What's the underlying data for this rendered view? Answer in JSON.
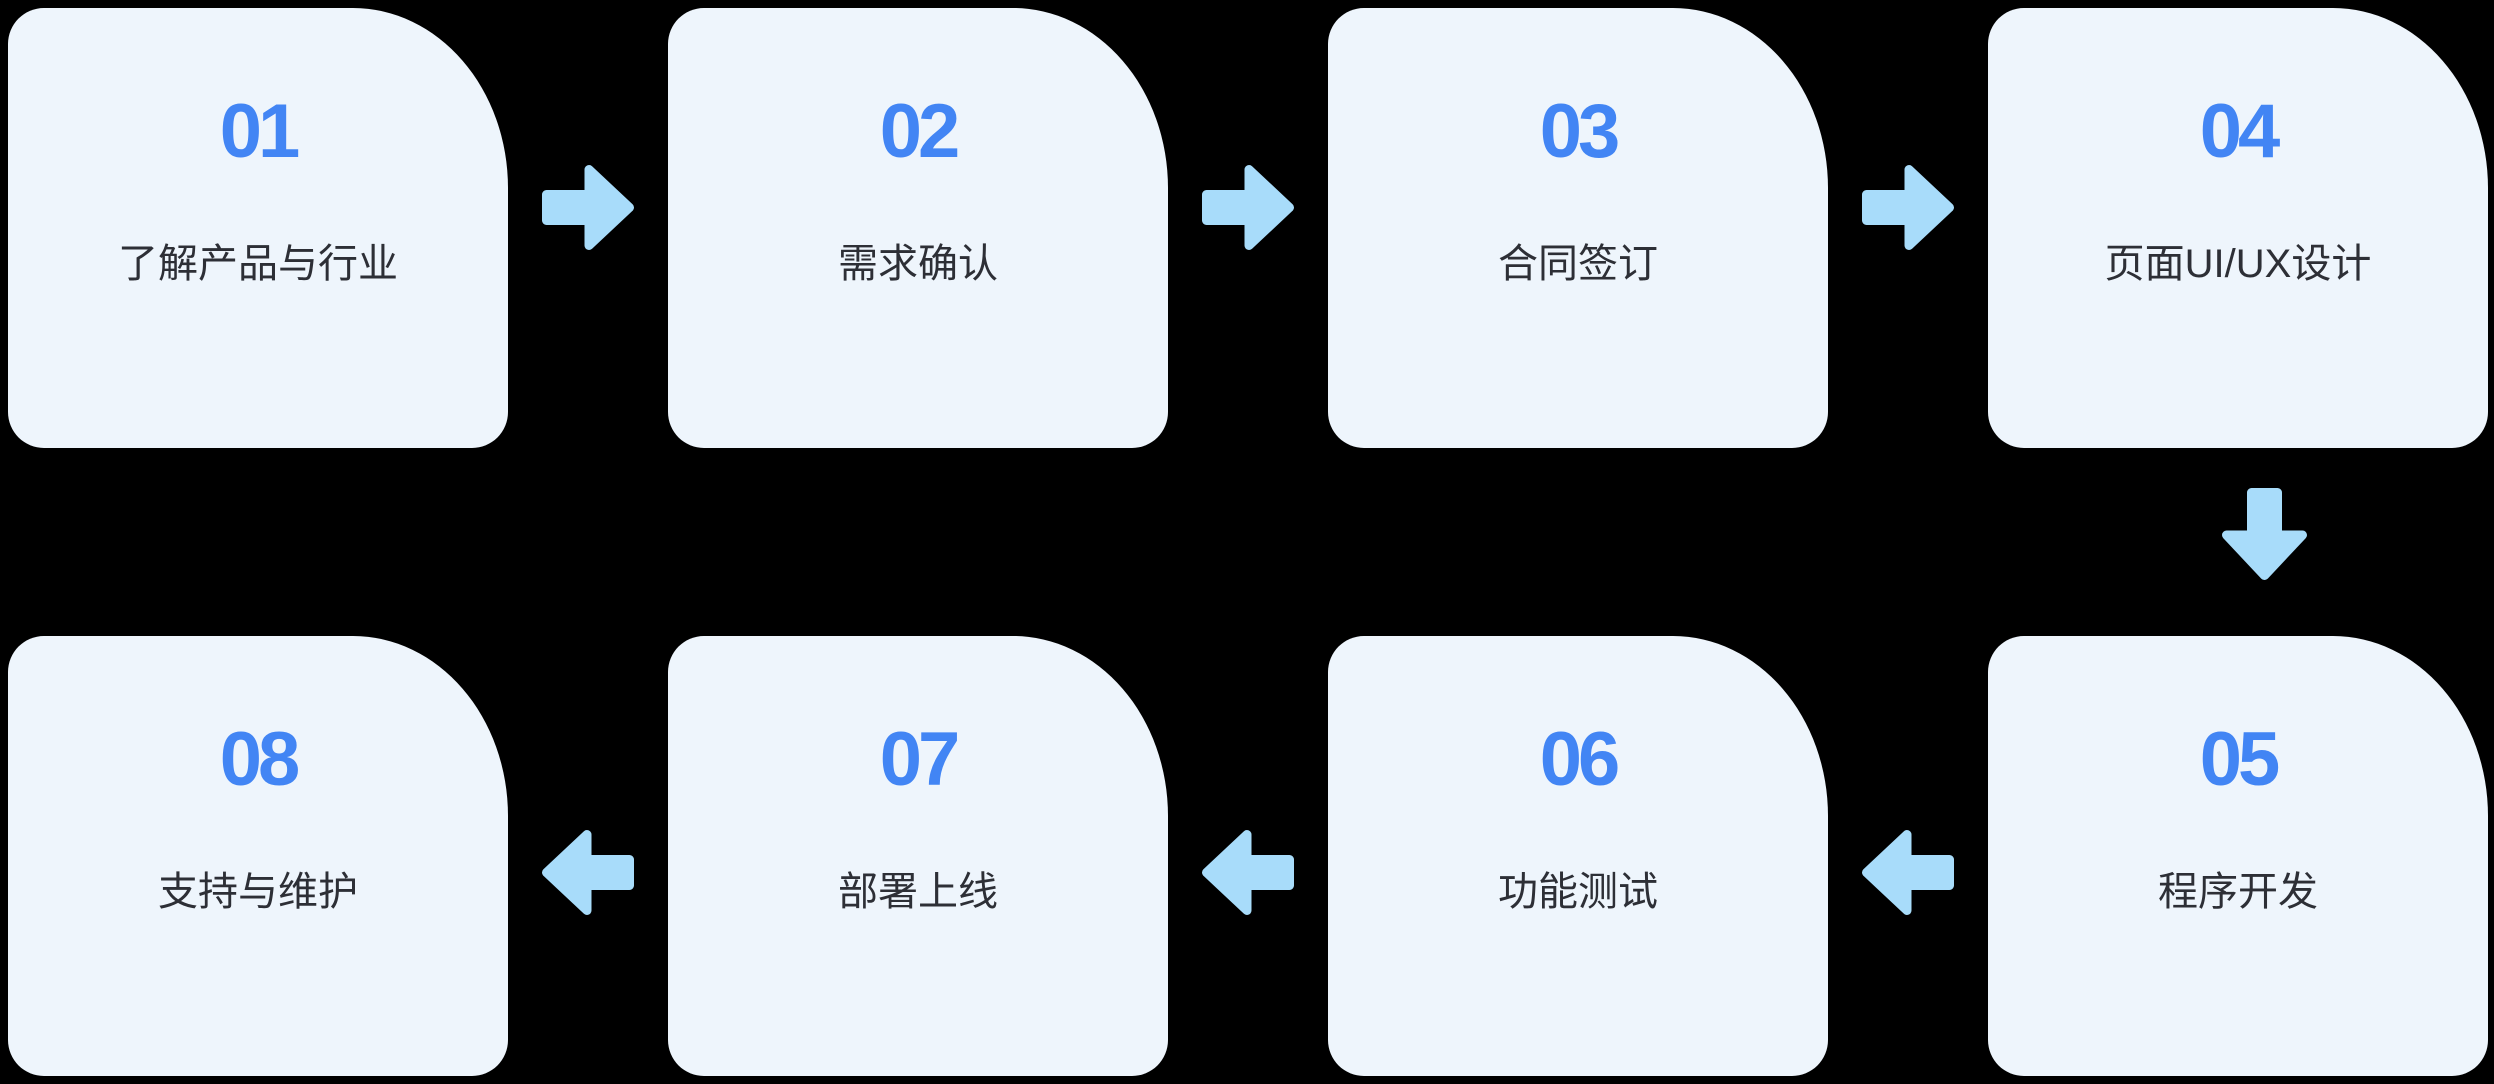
{
  "diagram": {
    "type": "process-flow",
    "flow_order": [
      "01",
      "02",
      "03",
      "04",
      "05",
      "06",
      "07",
      "08"
    ],
    "steps": [
      {
        "number": "01",
        "label": "了解产品与行业"
      },
      {
        "number": "02",
        "label": "需求确认"
      },
      {
        "number": "03",
        "label": "合同签订"
      },
      {
        "number": "04",
        "label": "页面UI/UX设计"
      },
      {
        "number": "05",
        "label": "程序开发"
      },
      {
        "number": "06",
        "label": "功能测试"
      },
      {
        "number": "07",
        "label": "部署上线"
      },
      {
        "number": "08",
        "label": "支持与维护"
      }
    ],
    "connectors": [
      {
        "from": "01",
        "to": "02",
        "direction": "right",
        "glyph": "→"
      },
      {
        "from": "02",
        "to": "03",
        "direction": "right",
        "glyph": "→"
      },
      {
        "from": "03",
        "to": "04",
        "direction": "right",
        "glyph": "→"
      },
      {
        "from": "04",
        "to": "05",
        "direction": "down",
        "glyph": "↓"
      },
      {
        "from": "05",
        "to": "06",
        "direction": "left",
        "glyph": "←"
      },
      {
        "from": "06",
        "to": "07",
        "direction": "left",
        "glyph": "←"
      },
      {
        "from": "07",
        "to": "08",
        "direction": "left",
        "glyph": "←"
      }
    ]
  },
  "colors": {
    "background": "#000000",
    "card_bg": "#EEF5FC",
    "number": "#4285F4",
    "label": "#2D2F36",
    "arrow": "#A8DCFA"
  }
}
